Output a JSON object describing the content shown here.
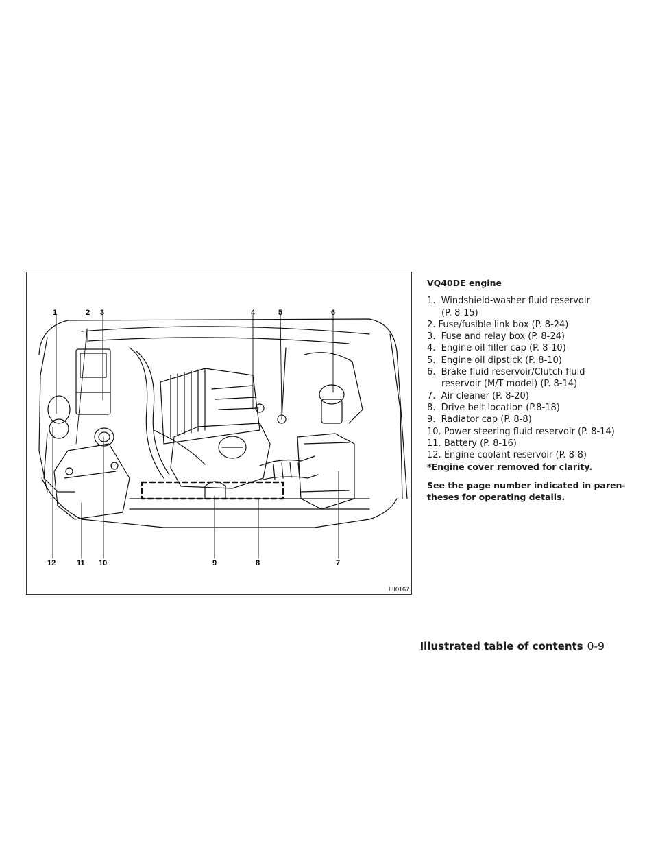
{
  "figure": {
    "id": "LII0167",
    "callouts_top": [
      "1",
      "2",
      "3",
      "4",
      "5",
      "6"
    ],
    "callouts_bottom": [
      "12",
      "11",
      "10",
      "9",
      "8",
      "7"
    ]
  },
  "content": {
    "heading": "VQ40DE engine",
    "items": [
      {
        "num": "1.",
        "text": "Windshield-washer fluid reservoir",
        "cont": "(P. 8-15)"
      },
      {
        "num": "2.",
        "text": "Fuse/fusible link box (P. 8-24)"
      },
      {
        "num": "3.",
        "text": "Fuse and relay box (P. 8-24)"
      },
      {
        "num": "4.",
        "text": "Engine oil filler cap (P. 8-10)"
      },
      {
        "num": "5.",
        "text": "Engine oil dipstick (P. 8-10)"
      },
      {
        "num": "6.",
        "text": "Brake fluid reservoir/Clutch fluid",
        "cont": "reservoir (M/T model) (P. 8-14)"
      },
      {
        "num": "7.",
        "text": "Air cleaner (P. 8-20)"
      },
      {
        "num": "8.",
        "text": "Drive belt location (P.8-18)"
      },
      {
        "num": "9.",
        "text": "Radiator cap (P. 8-8)"
      },
      {
        "num": "10.",
        "text": "Power steering fluid reservoir (P. 8-14)"
      },
      {
        "num": "11.",
        "text": "Battery (P. 8-16)"
      },
      {
        "num": "12.",
        "text": "Engine coolant reservoir (P. 8-8)"
      }
    ],
    "note": "*Engine cover removed for clarity.",
    "see_note": "See the page number indicated in paren- theses for operating details."
  },
  "footer": {
    "section": "Illustrated table of contents",
    "page": "0-9"
  }
}
